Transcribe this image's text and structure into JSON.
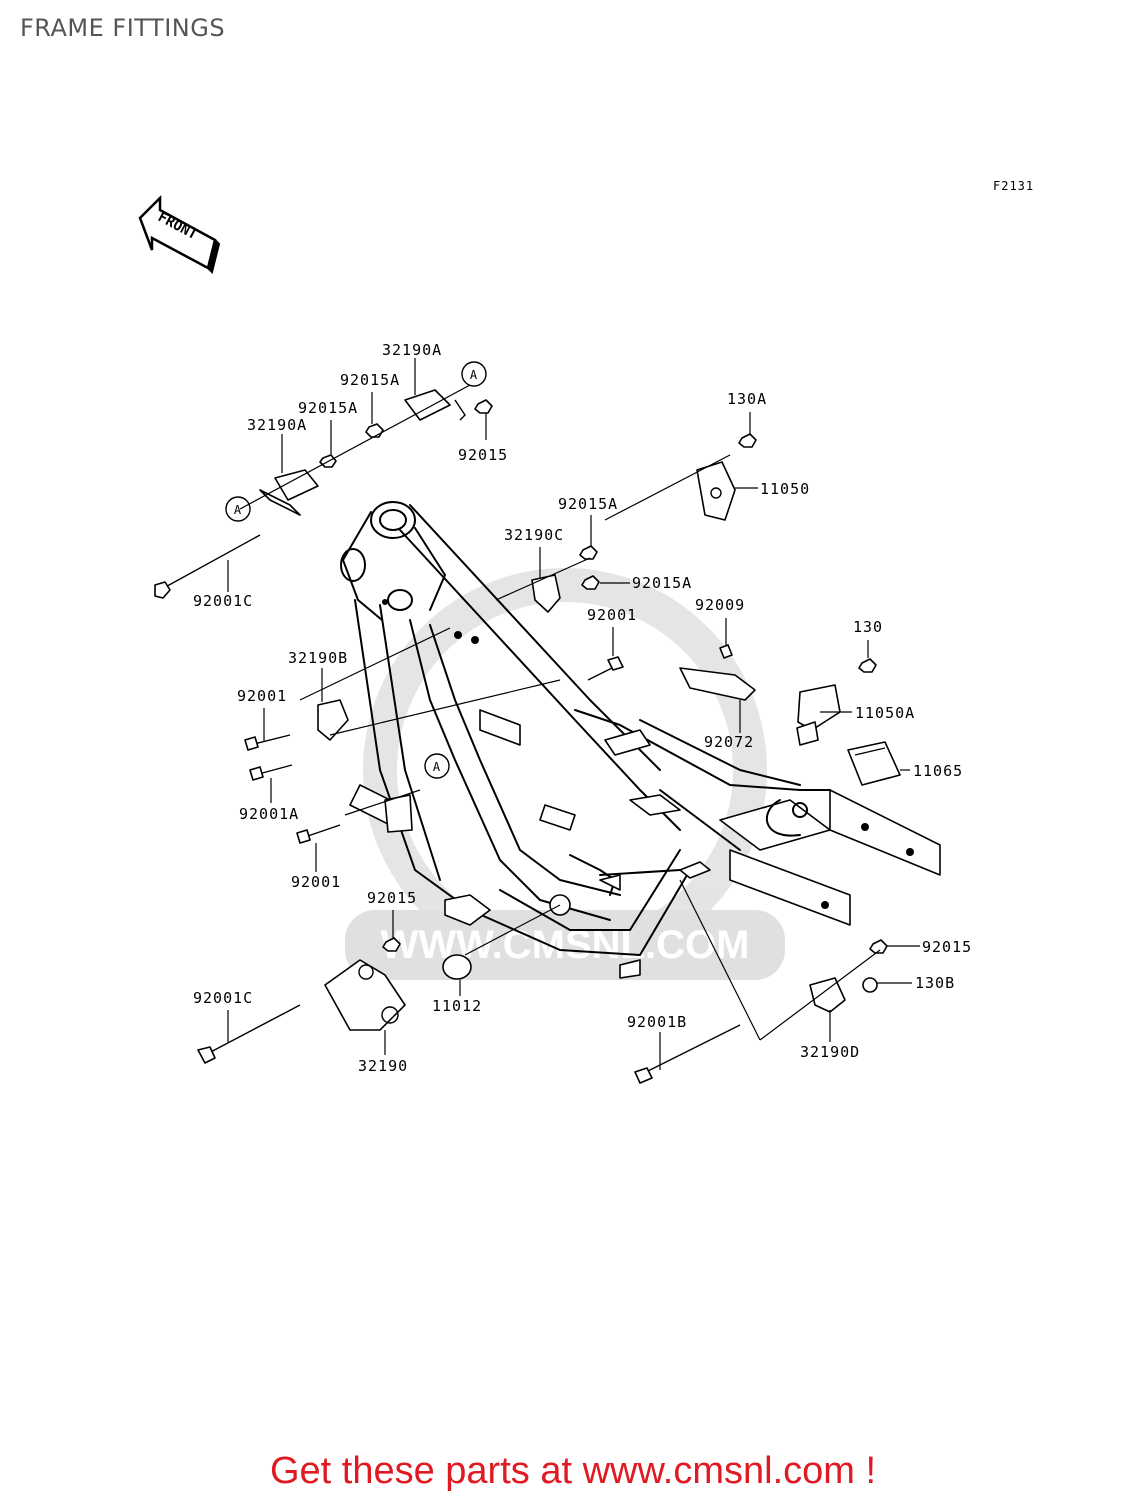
{
  "page_title": "FRAME FITTINGS",
  "figure_code": "F2131",
  "front_label": "FRONT",
  "ref_marker": "A",
  "watermark_text": "WWW.CMSNL.COM",
  "callouts": [
    "32190A",
    "92015A",
    "92015A",
    "32190A",
    "92015",
    "130A",
    "11050",
    "92015A",
    "32190C",
    "92015A",
    "92001C",
    "92001",
    "92009",
    "130",
    "32190B",
    "92001",
    "11050A",
    "92072",
    "92001A",
    "11065",
    "92001",
    "92015",
    "92015",
    "130B",
    "92001C",
    "11012",
    "92001B",
    "32190D",
    "32190"
  ],
  "promo_text": "Get these parts at www.cmsnl.com !",
  "colors": {
    "promo": "#e01a22",
    "title": "#555555",
    "lines": "#000000",
    "watermark": "#dddddd"
  }
}
